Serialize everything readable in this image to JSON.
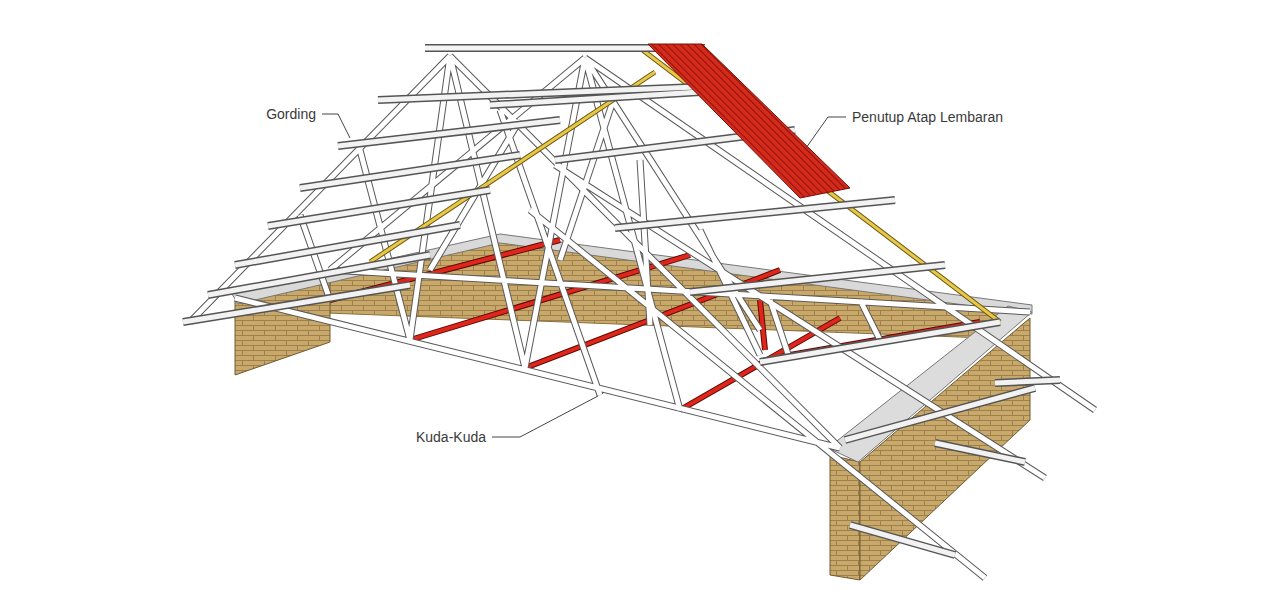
{
  "diagram": {
    "labels": [
      "Gording",
      "Penutup Atap Lembaran",
      "Kuda-Kuda"
    ]
  }
}
